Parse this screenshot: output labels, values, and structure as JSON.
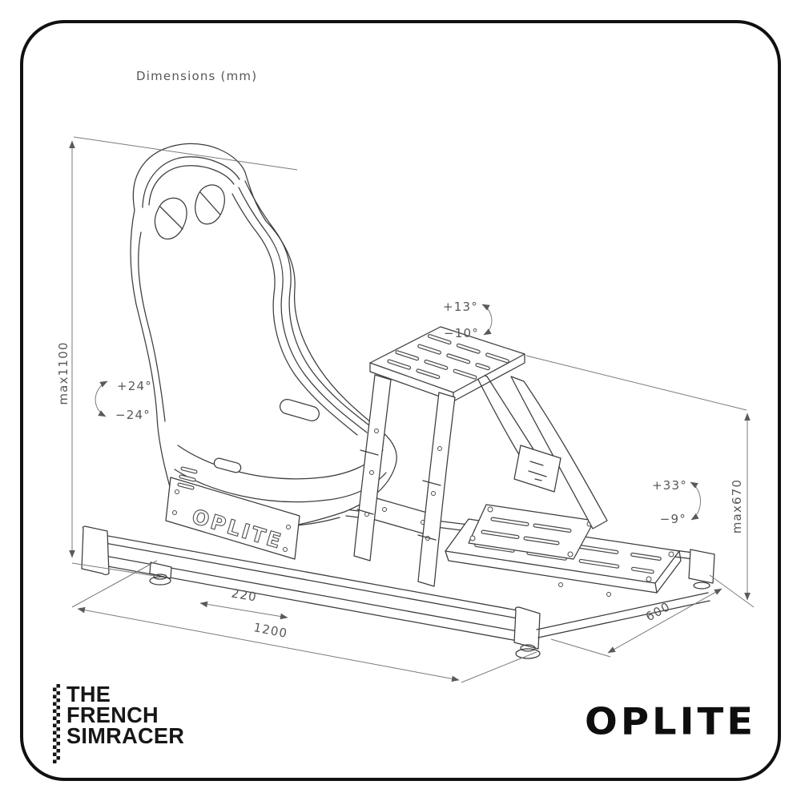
{
  "note": {
    "label": "Dimensions (mm)"
  },
  "dims": {
    "max_height": "max1100",
    "max_wheel_height": "max670",
    "base_length": "1200",
    "seat_travel": "220",
    "pedal_depth": "600"
  },
  "angles": {
    "seat_back_plus": "+24°",
    "seat_back_minus": "−24°",
    "wheel_plate_plus": "+13°",
    "wheel_plate_minus": "−10°",
    "pedal_plate_plus": "+33°",
    "pedal_plate_minus": "−9°"
  },
  "drawing": {
    "seat_side_cutout": "OPLITE"
  },
  "branding": {
    "simracer_line1": "THE",
    "simracer_line2": "FRENCH",
    "simracer_line3": "SIMRACER",
    "brand": "OPLITE"
  },
  "colors": {
    "line": "#3c3c3c",
    "dimension": "#7a7a7a",
    "text": "#585858",
    "ink": "#111111"
  }
}
